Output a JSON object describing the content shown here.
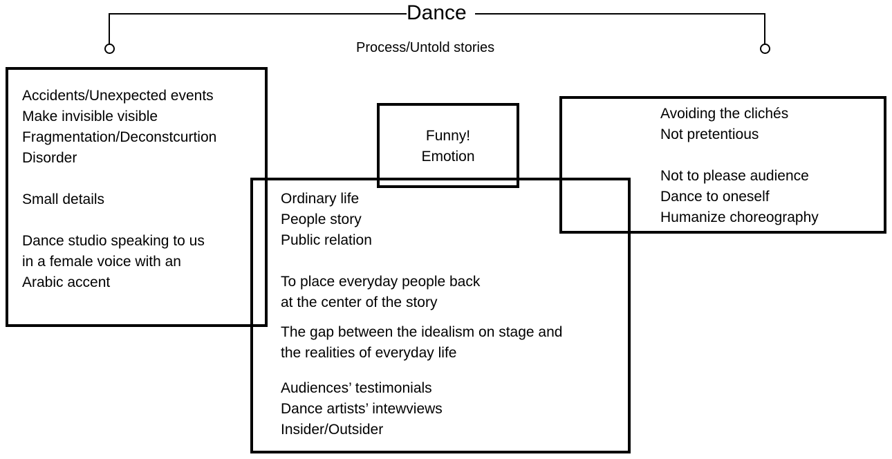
{
  "diagram": {
    "root": {
      "title": "Dance",
      "subtitle": "Process/Untold stories"
    },
    "connectors": {
      "left_node_label": "left-branch-node",
      "right_node_label": "right-branch-node"
    },
    "boxes": {
      "left": {
        "name": "accidents-box",
        "lines": "Accidents/Unexpected events\nMake invisible visible\nFragmentation/Deconstcurtion\nDisorder\n\nSmall details\n\nDance studio speaking to us\nin a female voice with an\nArabic accent"
      },
      "funny": {
        "name": "funny-emotion-box",
        "lines": "Funny!\nEmotion"
      },
      "right": {
        "name": "avoiding-cliches-box",
        "lines": "Avoiding the clichés\nNot pretentious\n\nNot to please audience\nDance to oneself\nHumanize choreography"
      },
      "center": {
        "name": "ordinary-life-box",
        "group_one": "Ordinary life\nPeople story\nPublic relation",
        "group_two": "To place everyday people back\nat the center of the story",
        "group_three": "The gap between the idealism on stage and\nthe realities of everyday life",
        "group_four": "Audiences’ testimonials\nDance artists’ intewviews\nInsider/Outsider"
      }
    }
  },
  "colors": {
    "stroke": "#000000",
    "background": "#ffffff",
    "text": "#000000"
  }
}
